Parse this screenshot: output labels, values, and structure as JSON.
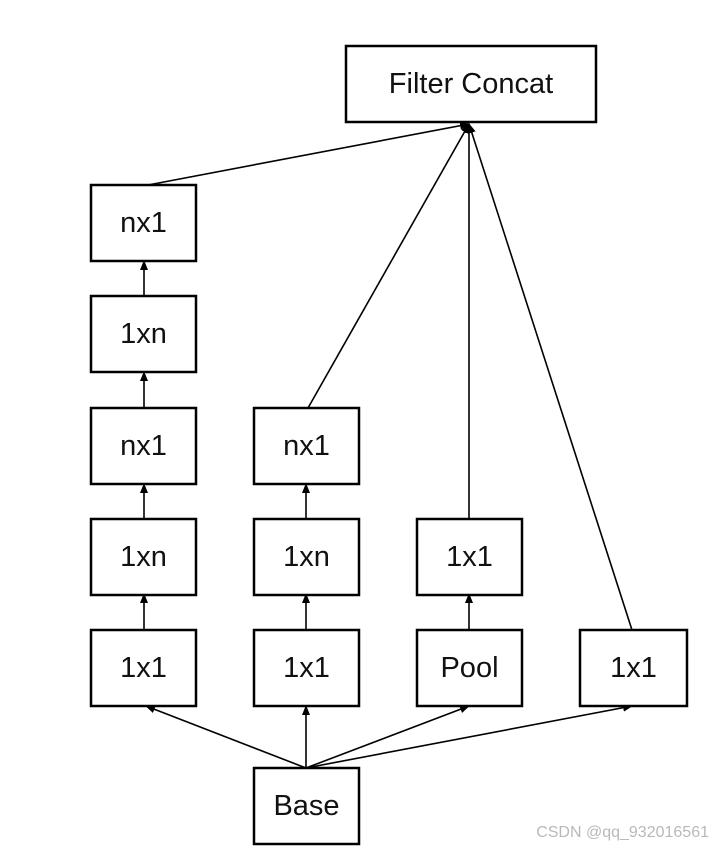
{
  "diagram": {
    "nodes": {
      "filter_concat": "Filter Concat",
      "b1_l5": "nx1",
      "b1_l4": "1xn",
      "b1_l3": "nx1",
      "b1_l2": "1xn",
      "b1_l1": "1x1",
      "b2_l3": "nx1",
      "b2_l2": "1xn",
      "b2_l1": "1x1",
      "b3_l2": "1x1",
      "b3_l1": "Pool",
      "b4_l1": "1x1",
      "base": "Base"
    },
    "edges": [
      [
        "base",
        "b1_l1"
      ],
      [
        "base",
        "b2_l1"
      ],
      [
        "base",
        "b3_l1"
      ],
      [
        "base",
        "b4_l1"
      ],
      [
        "b1_l1",
        "b1_l2"
      ],
      [
        "b1_l2",
        "b1_l3"
      ],
      [
        "b1_l3",
        "b1_l4"
      ],
      [
        "b1_l4",
        "b1_l5"
      ],
      [
        "b2_l1",
        "b2_l2"
      ],
      [
        "b2_l2",
        "b2_l3"
      ],
      [
        "b3_l1",
        "b3_l2"
      ],
      [
        "b1_l5",
        "filter_concat"
      ],
      [
        "b2_l3",
        "filter_concat"
      ],
      [
        "b3_l2",
        "filter_concat"
      ],
      [
        "b4_l1",
        "filter_concat"
      ]
    ]
  },
  "watermark": "CSDN @qq_932016561"
}
